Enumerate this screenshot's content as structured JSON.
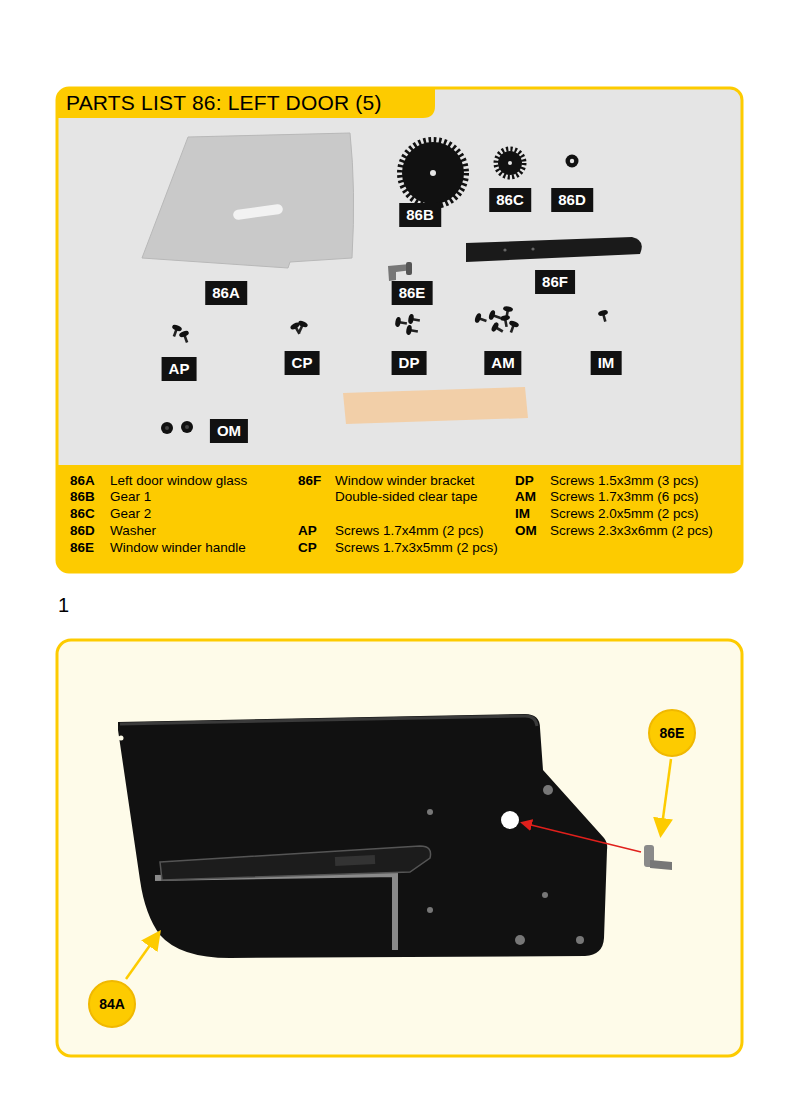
{
  "diagram": {
    "title": "PARTS LIST 86: LEFT DOOR (5)",
    "nodes": [
      {
        "text": [
          "86A"
        ]
      },
      {
        "text": [
          "86B"
        ]
      },
      {
        "text": [
          "86C"
        ]
      },
      {
        "text": [
          "86D"
        ]
      },
      {
        "text": [
          "86E"
        ]
      },
      {
        "text": [
          "86F"
        ]
      },
      {
        "text": [
          "AP"
        ]
      },
      {
        "text": [
          "CP"
        ]
      },
      {
        "text": [
          "DP"
        ]
      },
      {
        "text": [
          "AM"
        ]
      },
      {
        "text": [
          "IM"
        ]
      },
      {
        "text": [
          "OM"
        ]
      },
      {
        "text": [
          "86E"
        ]
      },
      {
        "text": [
          "84A"
        ]
      }
    ],
    "labels": [
      "86A",
      "Left door window glass",
      "86B",
      "Gear 1",
      "86C",
      "Gear 2",
      "86D",
      "Washer",
      "86E",
      "Window winder handle",
      "86F",
      "Window winder bracket",
      "Double-sided clear tape",
      "AP",
      "Screws 1.7x4mm (2 pcs)",
      "CP",
      "Screws 1.7x3x5mm (2 pcs)",
      "DP",
      "Screws 1.5x3mm (3 pcs)",
      "AM",
      "Screws 1.7x3mm (6 pcs)",
      "IM",
      "Screws 2.0x5mm (2 pcs)",
      "OM",
      "Screws 2.3x3x6mm (2 pcs)",
      "1"
    ]
  }
}
